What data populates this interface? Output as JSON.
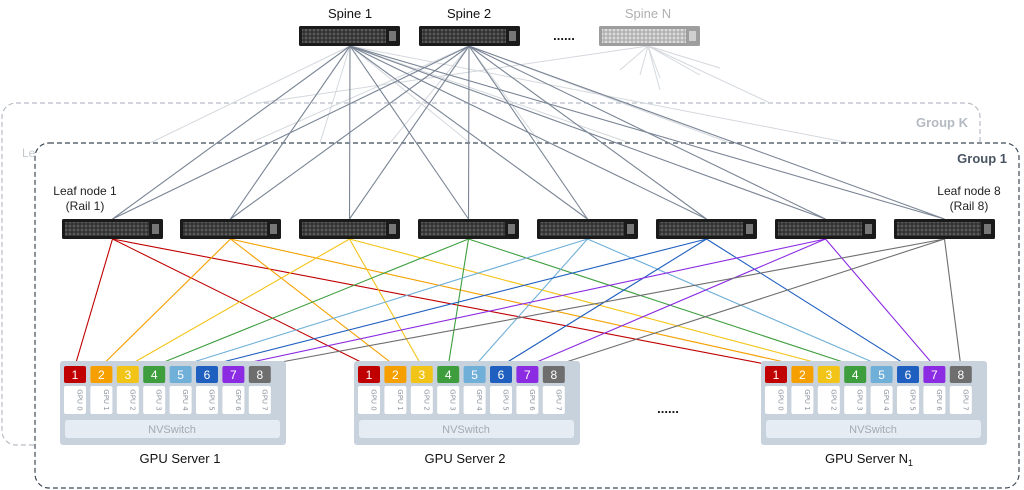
{
  "spines": {
    "spine1": "Spine 1",
    "spine2": "Spine 2",
    "ellipsis": "......",
    "spineN": "Spine N"
  },
  "groups": {
    "groupK": "Group K",
    "groupKleaf": "Le",
    "group1": "Group 1"
  },
  "leaves": {
    "leaf1_name": "Leaf node 1",
    "leaf1_rail": "(Rail 1)",
    "leaf8_name": "Leaf node 8",
    "leaf8_rail": "(Rail 8)"
  },
  "servers": [
    {
      "name": "GPU Server 1"
    },
    {
      "name": "GPU Server 2"
    },
    {
      "name": "GPU Server N",
      "subscript": "1"
    }
  ],
  "servers_ellipsis": "......",
  "nic_labels": [
    "1",
    "2",
    "3",
    "4",
    "5",
    "6",
    "7",
    "8"
  ],
  "gpu_labels": [
    "GPU 0",
    "GPU 1",
    "GPU 2",
    "GPU 3",
    "GPU 4",
    "GPU 5",
    "GPU 6",
    "GPU 7"
  ],
  "nvswitch_label": "NVSwitch",
  "rail_colors": [
    "#c00000",
    "#f5a000",
    "#f3c418",
    "#3e9e3e",
    "#6fafd8",
    "#1f5fbf",
    "#8b2be2",
    "#6e6e6e"
  ],
  "colors": {
    "uplink": "#7a8595",
    "faded": "#d4d8dd",
    "group1_border": "#3f4a56",
    "groupK_border": "#b8bec6",
    "server_panel": "#c8d2dd"
  }
}
